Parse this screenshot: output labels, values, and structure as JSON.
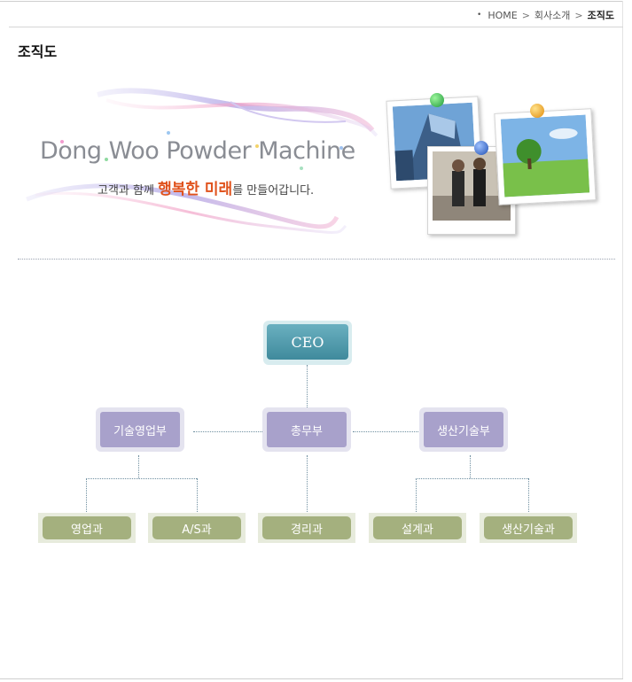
{
  "breadcrumb": {
    "home": "HOME",
    "section": "회사소개",
    "current": "조직도"
  },
  "page_title": "조직도",
  "banner": {
    "company_name": "Dong Woo Powder Machine",
    "slogan_before": "고객과 함께 ",
    "slogan_highlight": "행복한 미래",
    "slogan_after": "를 만들어갑니다."
  },
  "org_chart": {
    "ceo": "CEO",
    "departments": [
      {
        "label": "기술영업부"
      },
      {
        "label": "총무부"
      },
      {
        "label": "생산기술부"
      }
    ],
    "sections": [
      {
        "label": "영업과"
      },
      {
        "label": "A/S과"
      },
      {
        "label": "경리과"
      },
      {
        "label": "설계과"
      },
      {
        "label": "생산기술과"
      }
    ]
  },
  "colors": {
    "ceo": "#4f9aab",
    "department": "#a8a1cb",
    "section": "#a4b07e",
    "slogan_highlight": "#e0521c"
  }
}
